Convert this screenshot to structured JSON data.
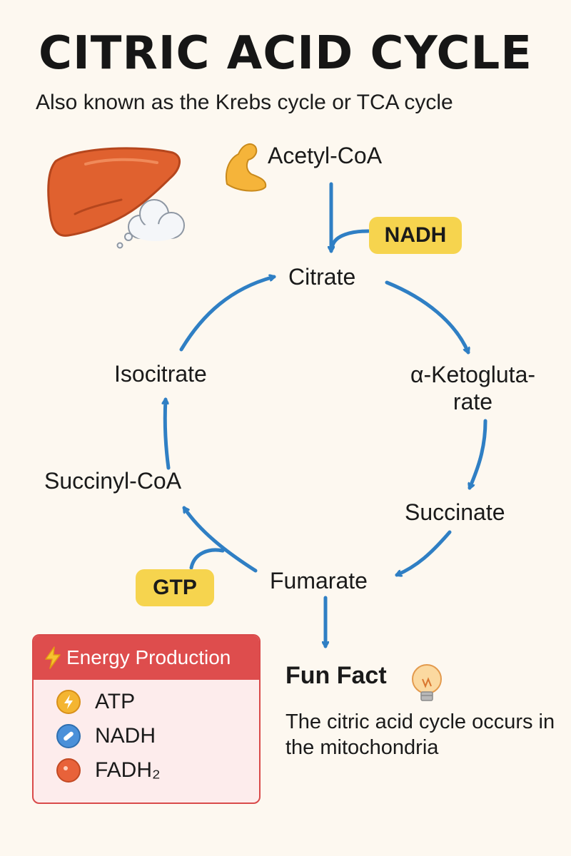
{
  "title": "CITRIC ACID CYCLE",
  "subtitle": "Also known as the Krebs cycle or TCA cycle",
  "nodes": {
    "acetyl_coa": "Acetyl-CoA",
    "citrate": "Citrate",
    "alpha_ketoglutarate": "α-Ketogluta-rate",
    "isocitrate": "Isocitrate",
    "succinyl_coa": "Succinyl-CoA",
    "succinate": "Succinate",
    "fumarate": "Fumarate"
  },
  "badges": {
    "nadh": "NADH",
    "gtp": "GTP"
  },
  "energy": {
    "header": "Energy Production",
    "items": [
      {
        "label": "ATP",
        "color": "#f4b531",
        "icon": "lightning-icon"
      },
      {
        "label": "NADH",
        "color": "#4a90d9",
        "icon": "pill-icon"
      },
      {
        "label": "FADH₂",
        "color": "#e8623a",
        "icon": "dot-icon"
      }
    ]
  },
  "fun_fact": {
    "title": "Fun Fact",
    "text": "The citric acid cycle occurs in the mitochondria"
  },
  "colors": {
    "arrow": "#2f7fc4",
    "badge": "#f6d44e",
    "energy_header": "#de4d4d",
    "liver": "#e0612f",
    "background": "#fdf8f0"
  },
  "icons": {
    "muscle": "flexed-biceps-icon",
    "liver": "liver-icon",
    "cloud": "cloud-icon",
    "bulb": "lightbulb-icon"
  }
}
